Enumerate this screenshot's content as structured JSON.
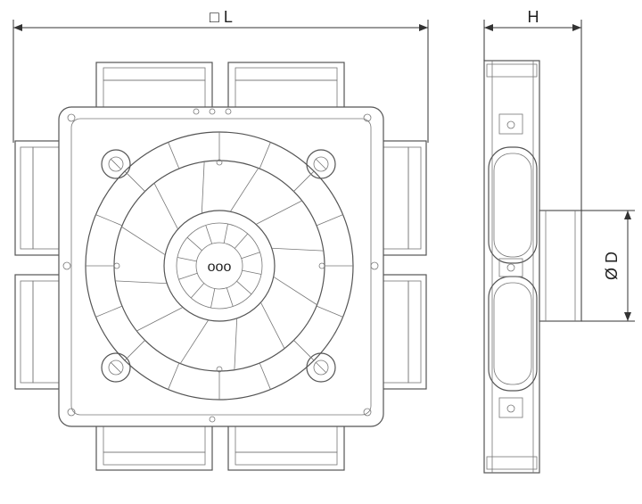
{
  "dimensions": {
    "width_label": "□ L",
    "height_label": "H",
    "diameter_label": "Ø D"
  },
  "knob_text": "ooo"
}
